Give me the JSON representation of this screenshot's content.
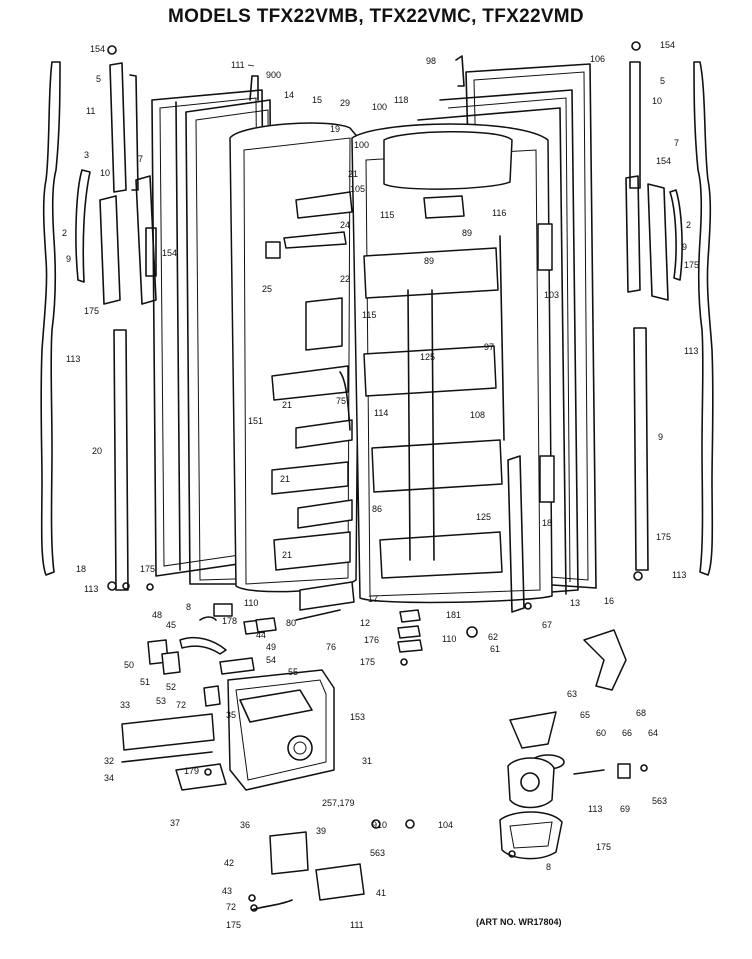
{
  "title": "MODELS TFX22VMB, TFX22VMC, TFX22VMD",
  "art_number": "(ART NO. WR17804)",
  "callouts": [
    "111",
    "900",
    "14",
    "15",
    "29",
    "19",
    "21",
    "105",
    "24",
    "22",
    "25",
    "75",
    "151",
    "21",
    "21",
    "21",
    "178",
    "110",
    "44",
    "80",
    "76",
    "48",
    "45",
    "49",
    "50",
    "51",
    "52",
    "72",
    "53",
    "54",
    "55",
    "33",
    "32",
    "34",
    "35",
    "153",
    "31",
    "257,179",
    "179",
    "37",
    "36",
    "39",
    "563",
    "42",
    "41",
    "43",
    "72",
    "175",
    "111",
    "910",
    "104",
    "98",
    "106",
    "118",
    "100",
    "100",
    "89",
    "115",
    "116",
    "89",
    "115",
    "97",
    "125",
    "114",
    "108",
    "86",
    "125",
    "18",
    "103",
    "17",
    "13",
    "16",
    "12",
    "181",
    "176",
    "110",
    "175",
    "61",
    "62",
    "67",
    "63",
    "65",
    "60",
    "66",
    "64",
    "68",
    "69",
    "563",
    "113",
    "175",
    "8",
    "154",
    "5",
    "11",
    "3",
    "10",
    "7",
    "154",
    "2",
    "9",
    "175",
    "113",
    "20",
    "18",
    "113",
    "175",
    "8",
    "154",
    "5",
    "10",
    "7",
    "154",
    "2",
    "9",
    "175",
    "113"
  ]
}
